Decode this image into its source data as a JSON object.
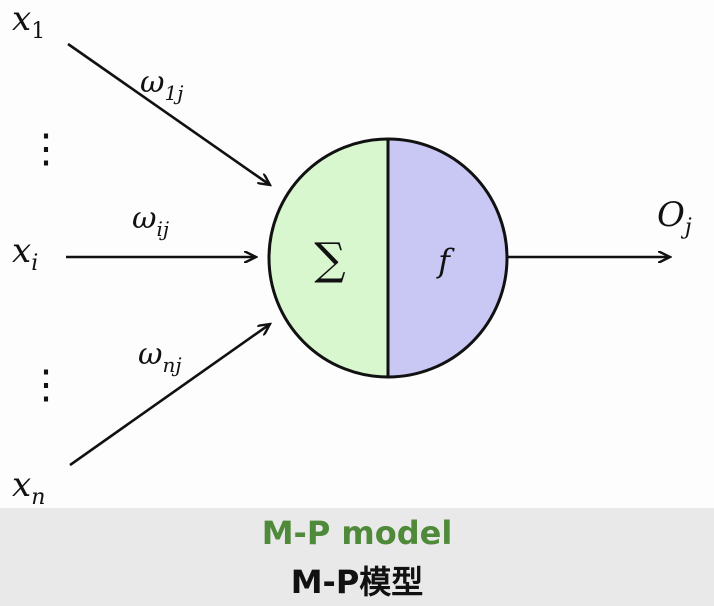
{
  "diagram": {
    "inputs": {
      "x1": {
        "base": "x",
        "sub": "1"
      },
      "xi": {
        "base": "x",
        "sub": "i"
      },
      "xn": {
        "base": "x",
        "sub": "n"
      }
    },
    "weights": {
      "w1j": {
        "base": "ω",
        "sub": "1j"
      },
      "wij": {
        "base": "ω",
        "sub": "ij"
      },
      "wnj": {
        "base": "ω",
        "sub": "nj"
      }
    },
    "ellipsis": "⋮",
    "neuron": {
      "sum_symbol": "∑",
      "activation_symbol": "f",
      "sum_color": "#d9f7cf",
      "activation_color": "#c9c8f5"
    },
    "output": {
      "base": "O",
      "sub": "j"
    }
  },
  "caption": {
    "english": "M-P model",
    "chinese": "M-P模型",
    "english_color": "#4f8a3a"
  }
}
